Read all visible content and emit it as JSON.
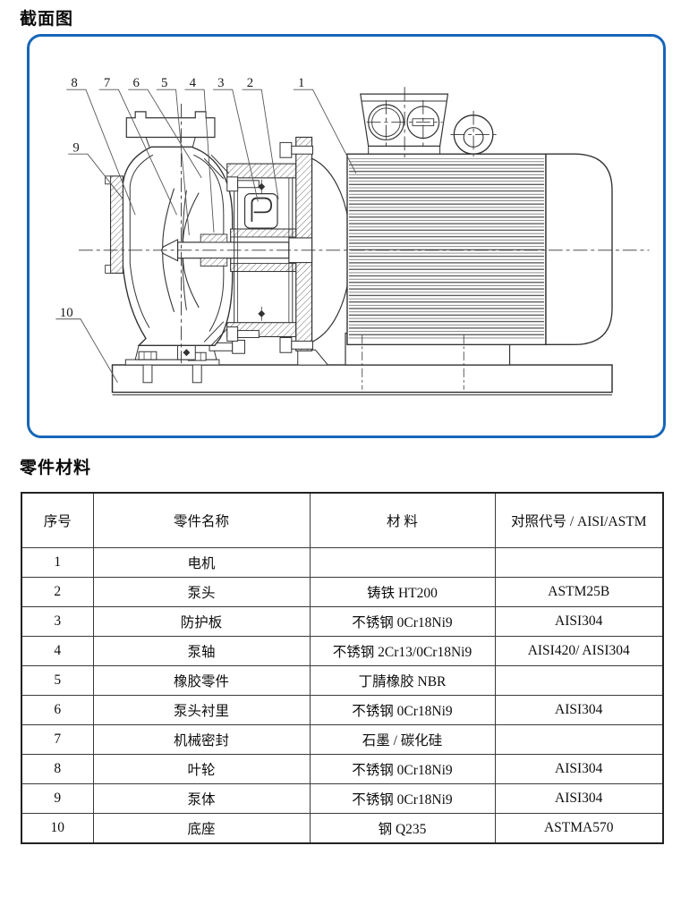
{
  "sections": {
    "diagram_title": "截面图",
    "materials_title": "零件材料"
  },
  "diagram": {
    "frame_color": "#1766b8",
    "line_color": "#333333",
    "description": "centrifugal-pump-cross-section-with-motor",
    "callouts": [
      "8",
      "7",
      "6",
      "5",
      "4",
      "3",
      "2",
      "1",
      "9",
      "10"
    ]
  },
  "table": {
    "headers": [
      "序号",
      "零件名称",
      "材 料",
      "对照代号 / AISI/ASTM"
    ],
    "rows": [
      [
        "1",
        "电机",
        "",
        ""
      ],
      [
        "2",
        "泵头",
        "铸铁 HT200",
        "ASTM25B"
      ],
      [
        "3",
        "防护板",
        "不锈钢 0Cr18Ni9",
        "AISI304"
      ],
      [
        "4",
        "泵轴",
        "不锈钢 2Cr13/0Cr18Ni9",
        "AISI420/ AISI304"
      ],
      [
        "5",
        "橡胶零件",
        "丁腈橡胶 NBR",
        ""
      ],
      [
        "6",
        "泵头衬里",
        "不锈钢 0Cr18Ni9",
        "AISI304"
      ],
      [
        "7",
        "机械密封",
        "石墨 / 碳化硅",
        ""
      ],
      [
        "8",
        "叶轮",
        "不锈钢 0Cr18Ni9",
        "AISI304"
      ],
      [
        "9",
        "泵体",
        "不锈钢 0Cr18Ni9",
        "AISI304"
      ],
      [
        "10",
        "底座",
        "钢 Q235",
        "ASTMA570"
      ]
    ]
  }
}
